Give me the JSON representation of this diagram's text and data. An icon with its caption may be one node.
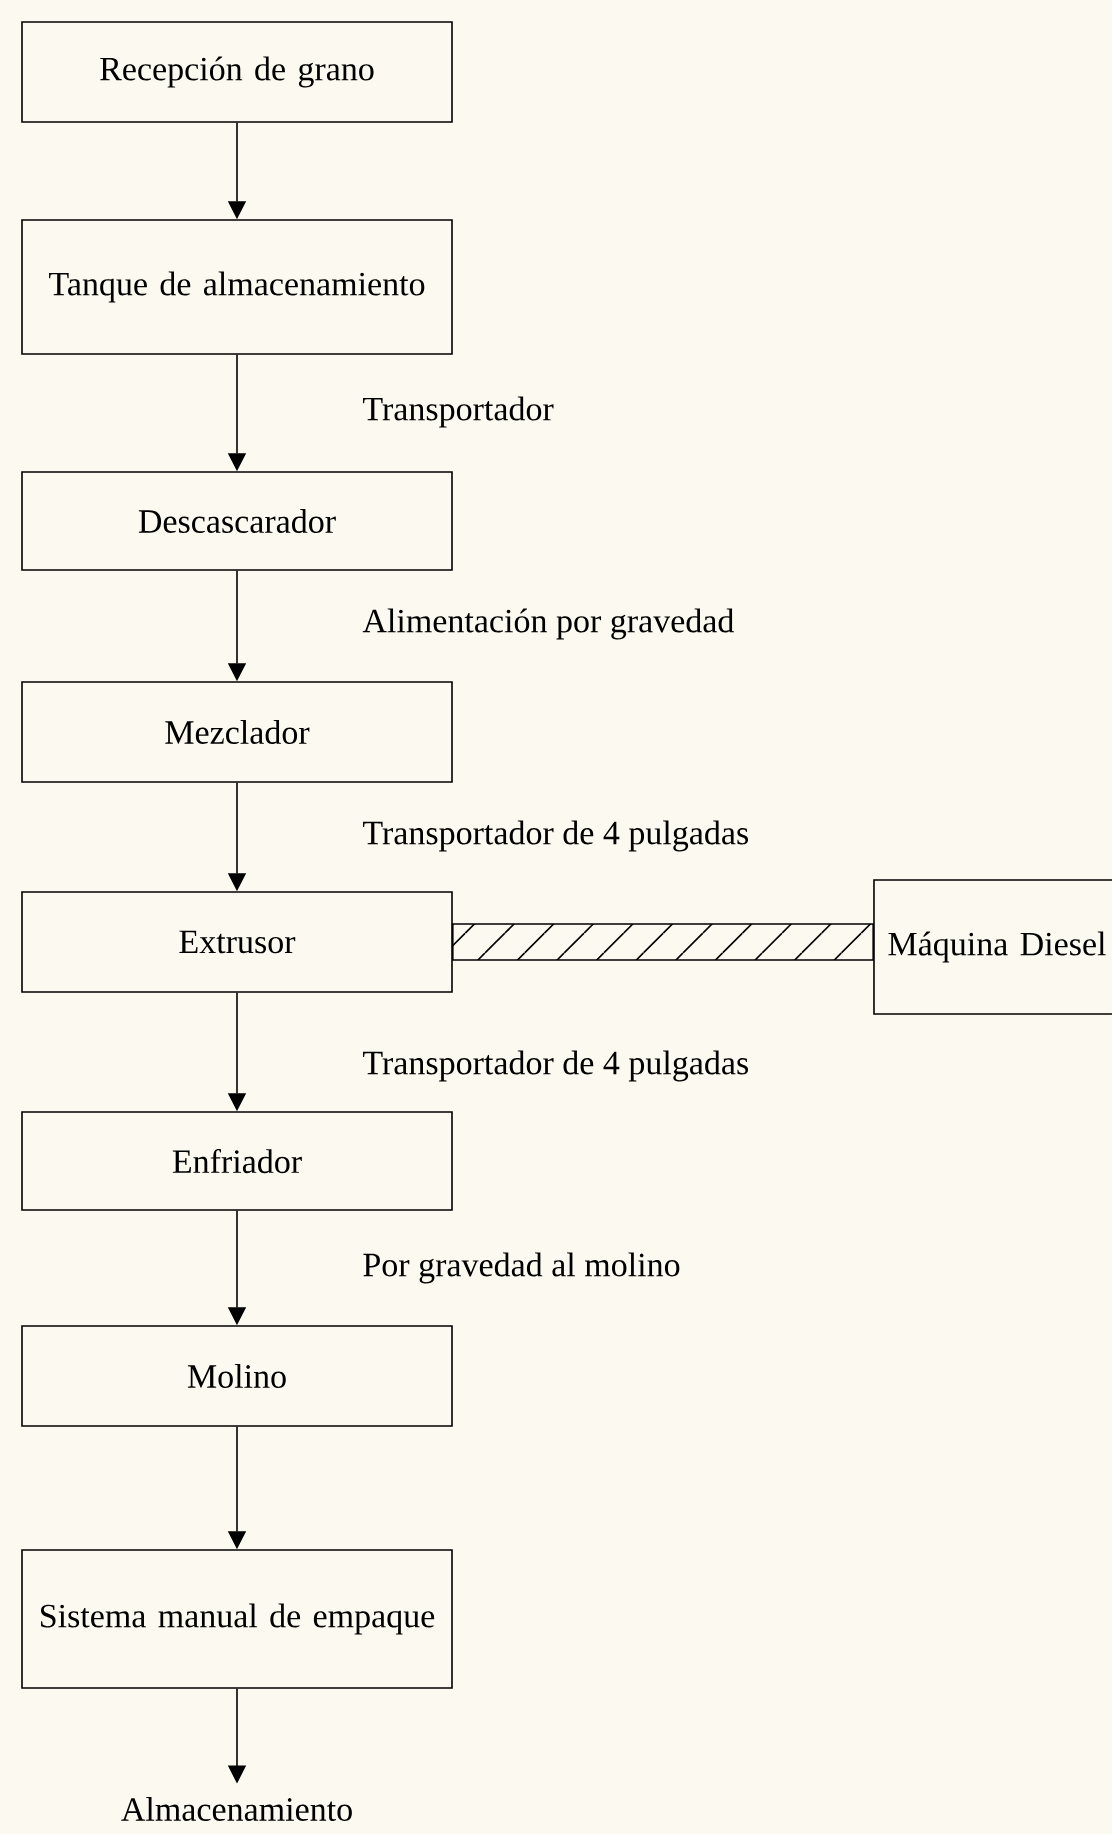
{
  "diagram": {
    "nodes": [
      {
        "text": [
          "Recepción de grano"
        ]
      },
      {
        "text": [
          "Tanque de almacenamiento"
        ]
      },
      {
        "text": [
          "Descascarador"
        ]
      },
      {
        "text": [
          "Mezclador"
        ]
      },
      {
        "text": [
          "Extrusor"
        ]
      },
      {
        "text": [
          "Máquina Diesel"
        ]
      },
      {
        "text": [
          "Enfriador"
        ]
      },
      {
        "text": [
          "Molino"
        ]
      },
      {
        "text": [
          "Sistema manual de empaque"
        ]
      },
      {
        "text": [
          "Almacenamiento"
        ]
      }
    ],
    "edges": [
      {
        "from": 0,
        "to": 1,
        "arrow": "to"
      },
      {
        "from": 1,
        "to": 2,
        "arrow": "to",
        "label": "Transportador"
      },
      {
        "from": 2,
        "to": 3,
        "arrow": "to",
        "label": "Alimentación por gravedad"
      },
      {
        "from": 3,
        "to": 4,
        "arrow": "to",
        "label": "Transportador de 4 pulgadas"
      },
      {
        "from": 4,
        "to": 5,
        "arrow": "none",
        "style": "thick"
      },
      {
        "from": 4,
        "to": 6,
        "arrow": "to",
        "label": "Transportador de 4 pulgadas"
      },
      {
        "from": 6,
        "to": 7,
        "arrow": "to",
        "label": "Por gravedad al molino"
      },
      {
        "from": 7,
        "to": 8,
        "arrow": "to"
      },
      {
        "from": 8,
        "to": 9,
        "arrow": "to"
      }
    ]
  }
}
